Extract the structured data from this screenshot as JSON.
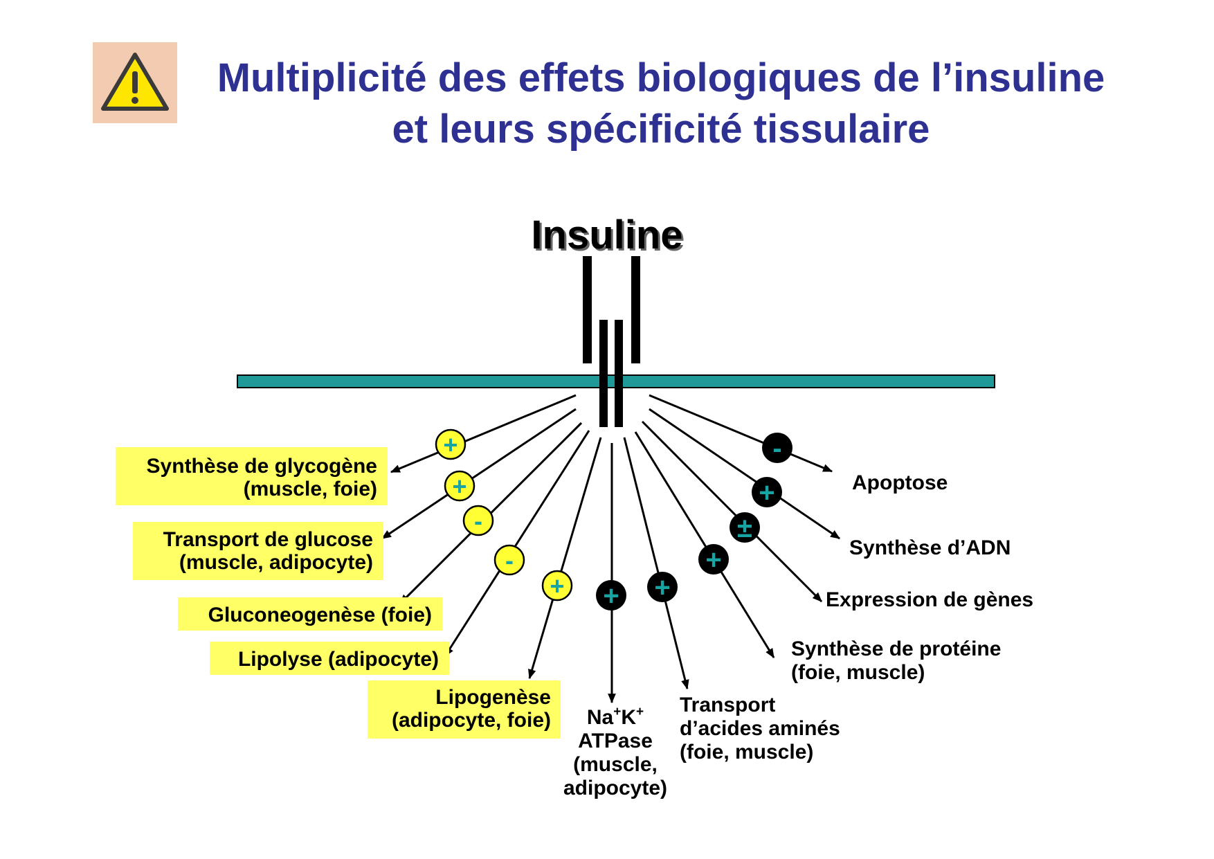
{
  "title": {
    "line1": "Multiplicité des effets biologiques de l’insuline",
    "line2": "et leurs spécificité tissulaire"
  },
  "warning_icon": "warning-triangle-icon",
  "receptor_label": "Insuline",
  "colors": {
    "title": "#2e3192",
    "membrane": "#1f9a99",
    "label_highlight": "#ffff66",
    "positive_fill": "#ffff33",
    "sign_text_on_dark": "#19a4a4",
    "dark_circle": "#000000"
  },
  "effects_left": [
    {
      "id": "glycogene",
      "sign": "+",
      "lines": [
        "Synthèse de glycogène",
        "(muscle, foie)"
      ]
    },
    {
      "id": "transport-glucose",
      "sign": "+",
      "lines": [
        "Transport de glucose",
        "(muscle, adipocyte)"
      ]
    },
    {
      "id": "gluconeogenese",
      "sign": "-",
      "lines": [
        "Gluconeogenèse (foie)"
      ]
    },
    {
      "id": "lipolyse",
      "sign": "-",
      "lines": [
        "Lipolyse (adipocyte)"
      ]
    },
    {
      "id": "lipogenese",
      "sign": "+",
      "lines": [
        "Lipogenèse",
        "(adipocyte, foie)"
      ]
    }
  ],
  "effects_bottom": [
    {
      "id": "na-k-atpase",
      "sign": "+",
      "lines": [
        "Na",
        "+",
        "K",
        "+",
        "ATPase",
        "(muscle,",
        "adipocyte)"
      ]
    },
    {
      "id": "transport-aa",
      "sign": "+",
      "lines": [
        "Transport",
        "d’acides aminés",
        "(foie, muscle)"
      ]
    }
  ],
  "effects_right": [
    {
      "id": "synthese-proteine",
      "sign": "+",
      "lines": [
        "Synthèse de protéine",
        "(foie, muscle)"
      ]
    },
    {
      "id": "expression-genes",
      "sign": "±",
      "lines": [
        "Expression de gènes"
      ]
    },
    {
      "id": "synthese-adn",
      "sign": "+",
      "lines": [
        "Synthèse d’ADN"
      ]
    },
    {
      "id": "apoptose",
      "sign": "-",
      "lines": [
        "Apoptose"
      ]
    }
  ]
}
